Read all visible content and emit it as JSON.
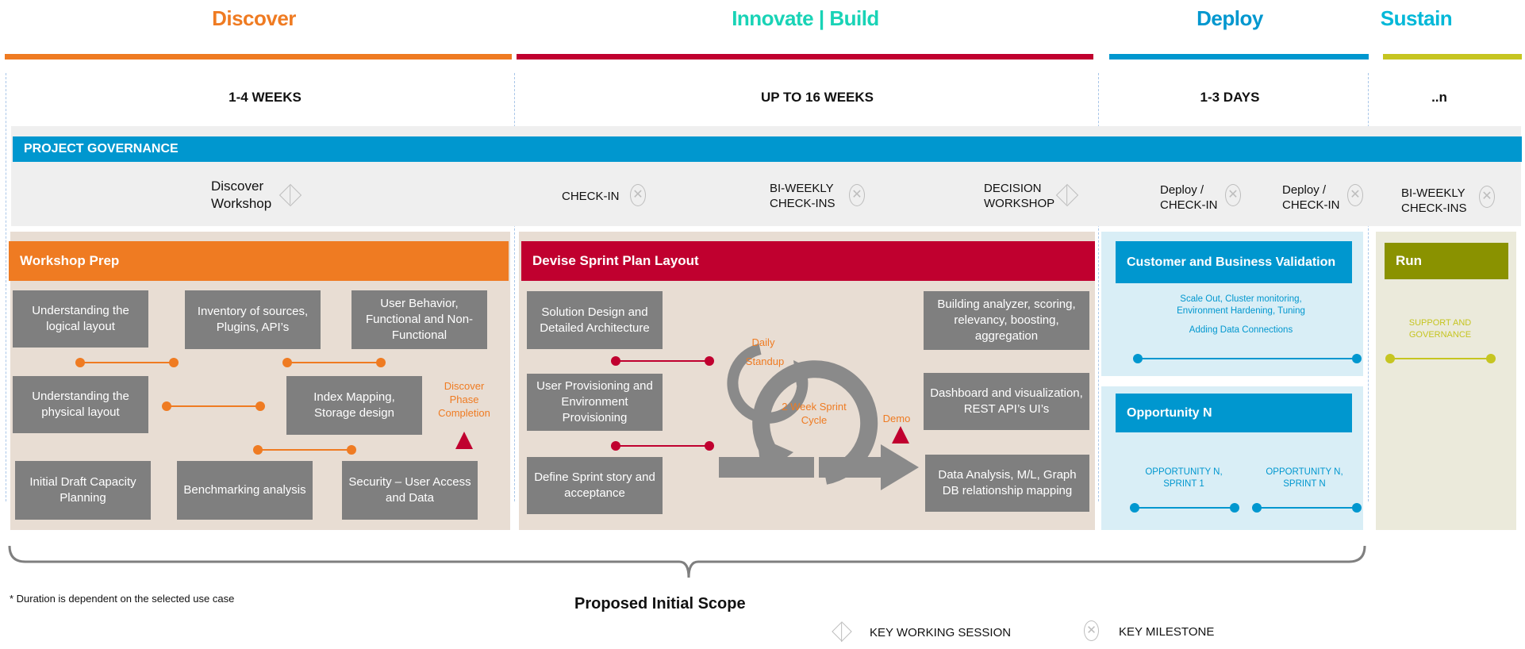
{
  "phases": {
    "discover": {
      "title": "Discover",
      "duration": "1-4 WEEKS",
      "color": "#ef7b22"
    },
    "innovate": {
      "title": "Innovate | Build",
      "duration": "UP TO 16 WEEKS",
      "color": "#19d3b6",
      "bar_color": "#c0002f"
    },
    "deploy": {
      "title": "Deploy",
      "duration": "1-3 DAYS",
      "color": "#0097cf"
    },
    "sustain": {
      "title": "Sustain",
      "duration": "..n",
      "color": "#00b8d8",
      "bar_color": "#c6c521"
    }
  },
  "governance": {
    "label": "PROJECT GOVERNANCE",
    "discover_workshop": "Discover\nWorkshop",
    "check_in": "CHECK-IN",
    "biweekly": "BI-WEEKLY\nCHECK-INS",
    "decision_workshop": "DECISION\nWORKSHOP",
    "deploy_checkin_1": "Deploy /\nCHECK-IN",
    "deploy_checkin_2": "Deploy /\nCHECK-IN",
    "sustain_biweekly": "BI-WEEKLY\nCHECK-INS"
  },
  "workshop_prep": {
    "header": "Workshop Prep",
    "boxes": {
      "logical": "Understanding the logical layout",
      "inventory": "Inventory of sources, Plugins, API’s",
      "behavior": "User Behavior, Functional and Non-Functional",
      "physical": "Understanding the physical layout",
      "index": "Index Mapping, Storage design",
      "capacity": "Initial Draft Capacity Planning",
      "benchmark": "Benchmarking analysis",
      "security": "Security – User Access and Data"
    },
    "completion": "Discover\nPhase\nCompletion"
  },
  "sprint": {
    "header": "Devise Sprint Plan Layout",
    "boxes": {
      "solution": "Solution Design and Detailed Architecture",
      "provisioning": "User Provisioning and Environment Provisioning",
      "story": "Define Sprint story and acceptance",
      "analyzer": "Building analyzer, scoring, relevancy, boosting, aggregation",
      "dashboard": "Dashboard and visualization, REST API’s UI’s",
      "analysis": "Data Analysis, M/L, Graph DB relationship mapping"
    },
    "daily": "Daily",
    "standup": "Standup",
    "cycle": "2 Week Sprint\nCycle",
    "demo": "Demo"
  },
  "deploy": {
    "validation_header": "Customer and Business Validation",
    "validation_text": "Scale Out, Cluster monitoring,\nEnvironment Hardening, Tuning",
    "adding_data": "Adding Data Connections",
    "opportunity_header": "Opportunity N",
    "opp_sprint1": "OPPORTUNITY N,\nSPRINT 1",
    "opp_sprintn": "OPPORTUNITY N,\nSPRINT N"
  },
  "sustain": {
    "header": "Run",
    "support": "SUPPORT AND\nGOVERNANCE"
  },
  "footer": {
    "note": "* Duration is dependent on the selected use case",
    "scope": "Proposed Initial Scope",
    "legend_session": "KEY WORKING SESSION",
    "legend_milestone": "KEY MILESTONE"
  }
}
